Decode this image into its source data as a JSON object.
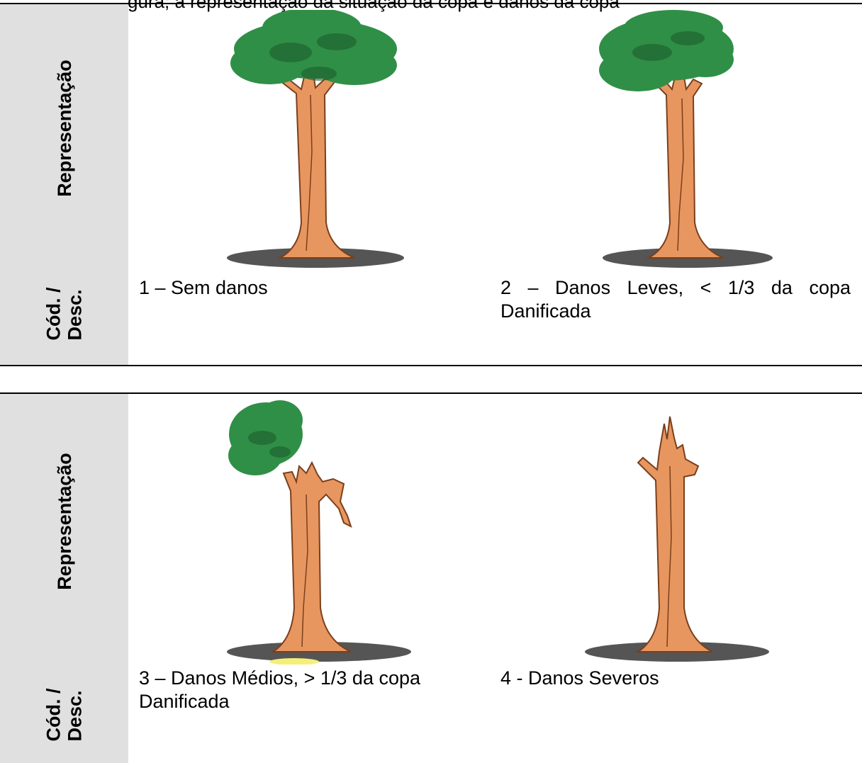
{
  "top_caption_clipped": "gura; a representação da situação da copa e danos da copa",
  "labels": {
    "representacao": "Representação",
    "cod_line1": "Cód. /",
    "cod_line2": "Desc."
  },
  "codes": [
    {
      "code": "1",
      "desc": "1 – Sem danos",
      "damage_level": "sem danos"
    },
    {
      "code": "2",
      "desc_line1": "2 – Danos Leves, < 1/3 da copa",
      "desc_line2": "Danificada",
      "damage_level": "leves"
    },
    {
      "code": "3",
      "desc_line1": "3 – Danos Médios, > 1/3 da copa",
      "desc_line2": "Danificada",
      "damage_level": "médios"
    },
    {
      "code": "4",
      "desc": "4 -  Danos Severos",
      "damage_level": "severos"
    }
  ],
  "colors": {
    "trunk": "#e8965f",
    "trunk_dark": "#b8643a",
    "foliage": "#2f8f47",
    "foliage_dark": "#1c5e2c",
    "shadow": "#555555",
    "label_bg": "#e0e0e0"
  }
}
